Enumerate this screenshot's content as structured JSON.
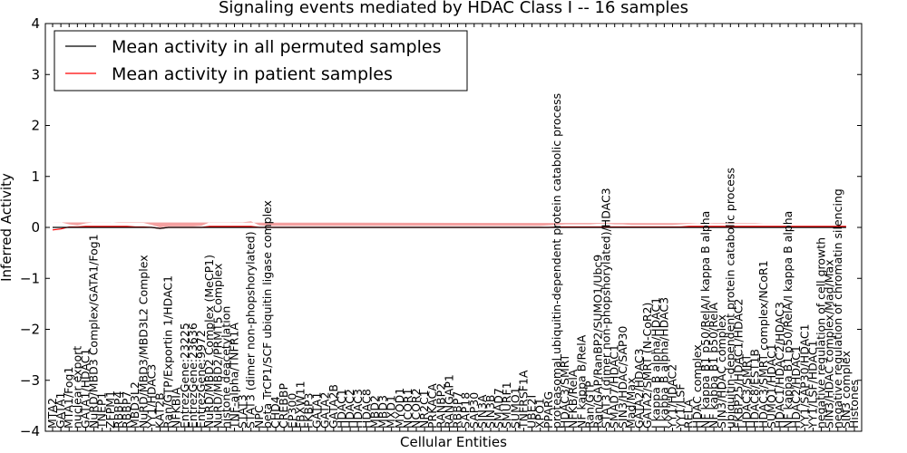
{
  "chart_data": {
    "type": "line",
    "title": "Signaling events mediated by HDAC Class I -- 16 samples",
    "xlabel": "Cellular Entities",
    "ylabel": "Inferred Activity",
    "ylim": [
      -4,
      4
    ],
    "yticks": [
      -4,
      -3,
      -2,
      -1,
      0,
      1,
      2,
      3,
      4
    ],
    "yticklabels": [
      "−4",
      "−3",
      "−2",
      "−1",
      "0",
      "1",
      "2",
      "3",
      "4"
    ],
    "grid": false,
    "legend": "top-left",
    "colors": {
      "permuted": "#000000",
      "patient": "#ff0000",
      "patient_band": "#f08080",
      "permuted_band": "#c8c8c8"
    },
    "categories": [
      "MTA2",
      "GATA1",
      "MTA1/Fog1",
      "nuclear export",
      "GATA1/HDAC1",
      "NuRD/MBD3 Complex/GATA1/Fog1",
      "TNEP1",
      "ZFPM1",
      "RBBP4",
      "RBBP7",
      "MBD3L2",
      "NuRD/MBD3/MBD3L2 Complex",
      "YY1/HDAC3",
      "KAT2B",
      "Ran/GTP/Exportin 1/HDAC1",
      "NFKBIA",
      "EntrezGene:23225",
      "EntrezGene:23636",
      "EntrezGene:9972",
      "NuRD/MBD2 Complex (MeCP1)",
      "NuRD/MBD2/PRMT5 Complex",
      "histone deacetylation",
      "TNF-alpha/TNFR1A",
      "STAT3",
      "STAT3 (dimer non-phopshorylated)",
      "NPC",
      "beta TrCP1/SCF ubiquitin ligase complex",
      "CHD4",
      "CREBBP",
      "EP300",
      "FBXW11",
      "FKBP3",
      "GATA1",
      "GATA2",
      "GATA2B",
      "HDAC1",
      "HDAC2",
      "HDAC3",
      "HDAC8",
      "MBD2",
      "MBD3",
      "MXD1",
      "MYOD1",
      "NCOR1",
      "NCOR2",
      "NR2C1",
      "PRKACA",
      "RANBP2",
      "RANGAP1",
      "RBBP7",
      "SAP18",
      "SAP30",
      "SIN3A",
      "SIN3B",
      "SMAD7",
      "SMURF1",
      "SUMO1",
      "TNFRSF1A",
      "UBE2I",
      "XPO1",
      "PPARG",
      "proteasomal ubiquitin-dependent protein catabolic process",
      "HDAC3/SMRT",
      "NFKB/RelA",
      "NF kappa B/RelA",
      "Ran/GTP",
      "Ran/GAP/RanBP2/SUMO1/Ubc9",
      "STAT3 (dimer non-phopshorylated)/HDAC3",
      "SMAD7/HDAC1",
      "SIN3/HDAC/SAP30",
      "Mad/Max",
      "GATA2/HDAC3",
      "GATA2/SMRT (N-CoR2)",
      "I kappa B alpha/HDAC1",
      "I kappa B alpha/HDAC3",
      "YY1/HDAC2",
      "YY1/LSF",
      "RELA",
      "HDAC complex",
      "NF kappa B1 p50/RelA/I kappa B alpha",
      "NF kappa B1 p50/RelA",
      "SIN3/HDAC complex",
      "ubiquitin-dependent protein catabolic process",
      "FKBP25/HDAC1/HDAC2",
      "HDAC3/SMRT",
      "HDAC8/EST1B",
      "HDAC3/SMRT complex/NCoR1",
      "SUMO1/HDAC1",
      "HDAC1/HDAC2/HDAC3",
      "NF kappa B1 p50/RelA/I kappa B alpha",
      "HDAC2/HDAC1",
      "YY1/SAP30/HDAC1",
      "YY1/LSF/HDAC1",
      "negative regulation of cell growth",
      "SIN3/HDAC complex/Mad/Max",
      "negative regulation of chromatin silencing",
      "SIN3 complex",
      "Histones"
    ],
    "series": [
      {
        "name": "Mean activity in all permuted samples",
        "values": [
          0.0,
          0.0,
          0.0,
          0.0,
          0.0,
          0.0,
          0.0,
          0.0,
          0.0,
          0.0,
          0.0,
          0.0,
          0.0,
          -0.02,
          0.0,
          0.0,
          0.0,
          0.0,
          0.0,
          0.0,
          0.0,
          0.0,
          0.0,
          0.0,
          0.0,
          0.0,
          0.0,
          0.0,
          0.0,
          0.0,
          0.0,
          0.0,
          0.0,
          0.0,
          0.0,
          0.0,
          0.0,
          0.0,
          0.0,
          0.0,
          0.0,
          0.0,
          0.0,
          0.0,
          0.0,
          0.0,
          0.0,
          0.0,
          0.0,
          0.0,
          0.0,
          0.0,
          0.0,
          0.0,
          0.0,
          0.0,
          0.0,
          0.0,
          0.0,
          0.0,
          0.0,
          0.0,
          0.0,
          0.0,
          0.0,
          0.0,
          0.0,
          0.0,
          0.0,
          0.0,
          0.0,
          0.0,
          0.0,
          0.0,
          0.0,
          0.0,
          0.0,
          0.0,
          0.0,
          0.0,
          0.0,
          0.0,
          0.0,
          0.0,
          0.0,
          0.0,
          0.0,
          0.0,
          0.0,
          0.0,
          0.0,
          0.0,
          0.0,
          0.0,
          0.0,
          0.0,
          0.0
        ]
      },
      {
        "name": "Mean activity in patient samples",
        "values": [
          -0.05,
          -0.03,
          0.01,
          0.01,
          0.02,
          0.02,
          0.02,
          0.02,
          0.02,
          0.02,
          0.01,
          0.01,
          0.0,
          -0.02,
          0.0,
          0.0,
          0.0,
          0.0,
          0.0,
          0.02,
          0.02,
          0.02,
          0.02,
          0.02,
          0.02,
          0.0,
          0.0,
          0.0,
          0.0,
          0.0,
          0.0,
          0.0,
          0.0,
          0.0,
          0.0,
          0.0,
          0.0,
          0.0,
          0.0,
          0.0,
          0.0,
          0.0,
          0.0,
          0.0,
          0.0,
          0.0,
          0.0,
          0.0,
          0.0,
          0.0,
          0.0,
          0.0,
          0.0,
          0.0,
          0.0,
          0.0,
          0.0,
          0.0,
          0.0,
          0.0,
          0.0,
          0.01,
          0.01,
          0.01,
          0.01,
          0.01,
          0.01,
          0.01,
          0.01,
          0.01,
          0.01,
          0.01,
          0.01,
          0.01,
          0.01,
          0.01,
          0.01,
          0.02,
          0.02,
          0.02,
          0.02,
          0.02,
          0.02,
          0.02,
          0.02,
          0.02,
          0.02,
          0.02,
          0.02,
          0.02,
          0.02,
          0.02,
          0.02,
          0.02,
          0.02,
          0.02,
          0.02
        ]
      }
    ],
    "patient_band": {
      "upper": [
        0.1,
        0.1,
        0.06,
        0.04,
        0.08,
        0.1,
        0.1,
        0.1,
        0.09,
        0.09,
        0.09,
        0.09,
        0.05,
        0.0,
        0.02,
        0.02,
        0.02,
        0.02,
        0.03,
        0.1,
        0.1,
        0.1,
        0.1,
        0.1,
        0.12,
        0.04,
        0.03,
        0.03,
        0.03,
        0.03,
        0.03,
        0.03,
        0.03,
        0.03,
        0.03,
        0.03,
        0.03,
        0.03,
        0.03,
        0.03,
        0.03,
        0.03,
        0.03,
        0.03,
        0.03,
        0.03,
        0.03,
        0.03,
        0.03,
        0.03,
        0.03,
        0.03,
        0.03,
        0.03,
        0.03,
        0.03,
        0.03,
        0.03,
        0.03,
        0.03,
        0.04,
        0.05,
        0.06,
        0.06,
        0.06,
        0.06,
        0.07,
        0.07,
        0.06,
        0.06,
        0.05,
        0.05,
        0.05,
        0.05,
        0.05,
        0.05,
        0.06,
        0.07,
        0.08,
        0.08,
        0.07,
        0.07,
        0.07,
        0.07,
        0.07,
        0.07,
        0.08,
        0.08,
        0.08,
        0.08,
        0.08,
        0.08,
        0.08,
        0.08,
        0.08,
        0.08,
        0.08
      ],
      "lower": [
        -0.18,
        -0.16,
        -0.04,
        -0.03,
        -0.04,
        -0.06,
        -0.06,
        -0.06,
        -0.05,
        -0.05,
        -0.05,
        -0.05,
        -0.04,
        -0.04,
        -0.02,
        -0.02,
        -0.02,
        -0.02,
        -0.03,
        -0.08,
        -0.08,
        -0.08,
        -0.08,
        -0.08,
        -0.09,
        -0.03,
        -0.02,
        -0.02,
        -0.02,
        -0.02,
        -0.02,
        -0.02,
        -0.02,
        -0.02,
        -0.02,
        -0.02,
        -0.02,
        -0.02,
        -0.02,
        -0.02,
        -0.02,
        -0.02,
        -0.02,
        -0.02,
        -0.02,
        -0.02,
        -0.02,
        -0.02,
        -0.02,
        -0.02,
        -0.02,
        -0.02,
        -0.02,
        -0.02,
        -0.02,
        -0.02,
        -0.02,
        -0.02,
        -0.02,
        -0.02,
        -0.02,
        -0.02,
        -0.02,
        -0.02,
        -0.02,
        -0.02,
        -0.02,
        -0.02,
        -0.02,
        -0.02,
        -0.02,
        -0.02,
        -0.02,
        -0.02,
        -0.02,
        -0.02,
        -0.02,
        -0.02,
        -0.02,
        -0.02,
        -0.02,
        -0.02,
        -0.02,
        -0.02,
        -0.02,
        -0.02,
        -0.02,
        -0.02,
        -0.02,
        -0.02,
        -0.02,
        -0.02,
        -0.02,
        -0.02,
        -0.02,
        -0.02,
        -0.02
      ]
    },
    "permuted_band": {
      "upper": [
        0.03,
        0.03,
        0.03,
        0.03,
        0.03,
        0.03,
        0.03,
        0.03,
        0.03,
        0.03,
        0.03,
        0.03,
        0.03,
        0.03,
        0.03,
        0.03,
        0.03,
        0.03,
        0.03,
        0.03,
        0.03,
        0.03,
        0.03,
        0.03,
        0.03,
        0.03,
        0.03,
        0.03,
        0.03,
        0.03,
        0.03,
        0.03,
        0.03,
        0.03,
        0.03,
        0.03,
        0.03,
        0.03,
        0.03,
        0.03,
        0.03,
        0.03,
        0.03,
        0.03,
        0.03,
        0.03,
        0.03,
        0.03,
        0.03,
        0.03,
        0.03,
        0.03,
        0.03,
        0.03,
        0.03,
        0.03,
        0.03,
        0.03,
        0.03,
        0.03,
        0.03,
        0.03,
        0.03,
        0.03,
        0.03,
        0.03,
        0.03,
        0.03,
        0.03,
        0.03,
        0.03,
        0.03,
        0.03,
        0.03,
        0.03,
        0.03,
        0.03,
        0.03,
        0.03,
        0.03,
        0.03,
        0.03,
        0.03,
        0.03,
        0.03,
        0.03,
        0.03,
        0.03,
        0.03,
        0.03,
        0.03,
        0.03,
        0.03,
        0.03,
        0.03,
        0.03,
        0.03
      ],
      "lower": [
        -0.1,
        -0.1,
        -0.1,
        -0.1,
        -0.1,
        -0.1,
        -0.1,
        -0.1,
        -0.1,
        -0.1,
        -0.1,
        -0.1,
        -0.1,
        -0.1,
        -0.1,
        -0.1,
        -0.1,
        -0.1,
        -0.1,
        -0.1,
        -0.1,
        -0.1,
        -0.1,
        -0.1,
        -0.1,
        -0.1,
        -0.1,
        -0.1,
        -0.1,
        -0.1,
        -0.1,
        -0.1,
        -0.1,
        -0.1,
        -0.1,
        -0.1,
        -0.1,
        -0.1,
        -0.1,
        -0.1,
        -0.1,
        -0.1,
        -0.1,
        -0.1,
        -0.1,
        -0.1,
        -0.1,
        -0.1,
        -0.1,
        -0.1,
        -0.1,
        -0.1,
        -0.1,
        -0.1,
        -0.1,
        -0.1,
        -0.1,
        -0.1,
        -0.1,
        -0.1,
        -0.1,
        -0.1,
        -0.1,
        -0.1,
        -0.1,
        -0.1,
        -0.1,
        -0.1,
        -0.1,
        -0.1,
        -0.1,
        -0.1,
        -0.1,
        -0.1,
        -0.1,
        -0.1,
        -0.1,
        -0.1,
        -0.1,
        -0.1,
        -0.1,
        -0.1,
        -0.1,
        -0.1,
        -0.1,
        -0.1,
        -0.1,
        -0.1,
        -0.1,
        -0.1,
        -0.1,
        -0.1,
        -0.1,
        -0.1,
        -0.1,
        -0.1,
        -0.1
      ]
    }
  }
}
